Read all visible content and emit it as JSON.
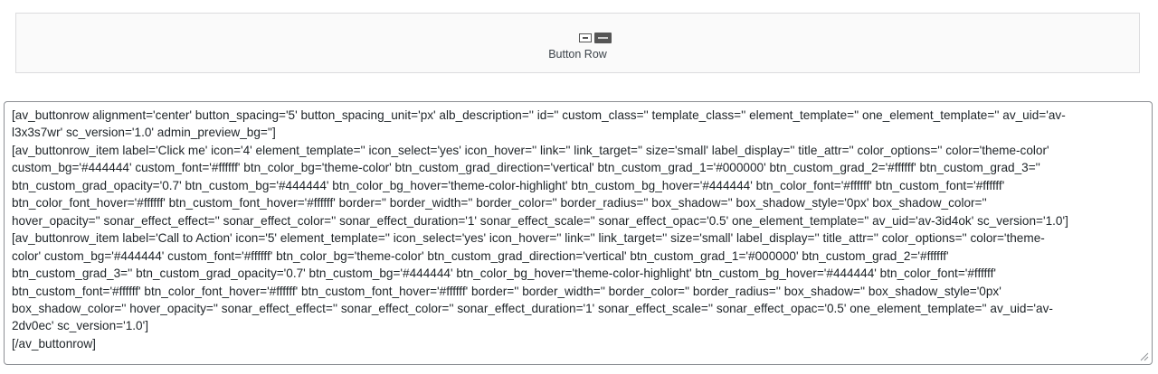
{
  "preview": {
    "icon": "button-row-icon",
    "label": "Button Row"
  },
  "editor": {
    "lines": [
      "[av_buttonrow alignment='center' button_spacing='5' button_spacing_unit='px' alb_description='' id='' custom_class='' template_class='' element_template='' one_element_template='' av_uid='av-",
      "l3x3s7wr' sc_version='1.0' admin_preview_bg='']",
      "[av_buttonrow_item label='Click me' icon='4' element_template='' icon_select='yes' icon_hover='' link='' link_target='' size='small' label_display='' title_attr='' color_options='' color='theme-color'",
      "custom_bg='#444444' custom_font='#ffffff' btn_color_bg='theme-color' btn_custom_grad_direction='vertical' btn_custom_grad_1='#000000' btn_custom_grad_2='#ffffff' btn_custom_grad_3=''",
      "btn_custom_grad_opacity='0.7' btn_custom_bg='#444444' btn_color_bg_hover='theme-color-highlight' btn_custom_bg_hover='#444444' btn_color_font='#ffffff' btn_custom_font='#ffffff'",
      "btn_color_font_hover='#ffffff' btn_custom_font_hover='#ffffff' border='' border_width='' border_color='' border_radius='' box_shadow='' box_shadow_style='0px' box_shadow_color=''",
      "hover_opacity='' sonar_effect_effect='' sonar_effect_color='' sonar_effect_duration='1' sonar_effect_scale='' sonar_effect_opac='0.5' one_element_template='' av_uid='av-3id4ok' sc_version='1.0']",
      "[av_buttonrow_item label='Call to Action' icon='5' element_template='' icon_select='yes' icon_hover='' link='' link_target='' size='small' label_display='' title_attr='' color_options='' color='theme-",
      "color' custom_bg='#444444' custom_font='#ffffff' btn_color_bg='theme-color' btn_custom_grad_direction='vertical' btn_custom_grad_1='#000000' btn_custom_grad_2='#ffffff'",
      "btn_custom_grad_3='' btn_custom_grad_opacity='0.7' btn_custom_bg='#444444' btn_color_bg_hover='theme-color-highlight' btn_custom_bg_hover='#444444' btn_color_font='#ffffff'",
      "btn_custom_font='#ffffff' btn_color_font_hover='#ffffff' btn_custom_font_hover='#ffffff' border='' border_width='' border_color='' border_radius='' box_shadow='' box_shadow_style='0px'",
      "box_shadow_color='' hover_opacity='' sonar_effect_effect='' sonar_effect_color='' sonar_effect_duration='1' sonar_effect_scale='' sonar_effect_opac='0.5' one_element_template='' av_uid='av-",
      "2dv0ec' sc_version='1.0']",
      "[/av_buttonrow]"
    ]
  }
}
